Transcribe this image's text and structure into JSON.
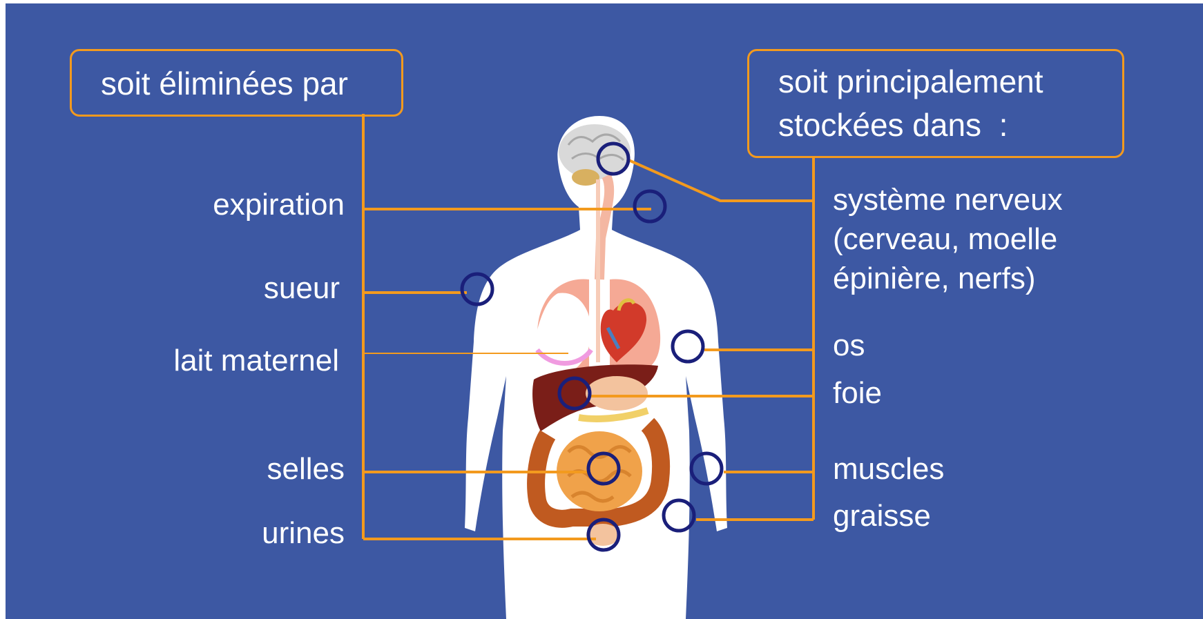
{
  "boxes": {
    "left": "soit éliminées par",
    "right_line1": "soit principalement",
    "right_line2": "stockées dans  :"
  },
  "elimination": {
    "expiration": "expiration",
    "sueur": "sueur",
    "lait": "lait maternel",
    "selles": "selles",
    "urines": "urines"
  },
  "storage": {
    "nerveux_1": "système nerveux",
    "nerveux_2": "(cerveau, moelle",
    "nerveux_3": "épinière, nerfs)",
    "os": "os",
    "foie": "foie",
    "muscles": "muscles",
    "graisse": "graisse"
  },
  "colors": {
    "background": "#3d58a3",
    "connector": "#f39a1e",
    "marker": "#1a1f7a",
    "text": "#ffffff"
  },
  "icons": [
    "human-body-anatomy-icon",
    "brain-icon",
    "heart-icon",
    "lungs-icon",
    "liver-icon",
    "intestine-icon"
  ]
}
